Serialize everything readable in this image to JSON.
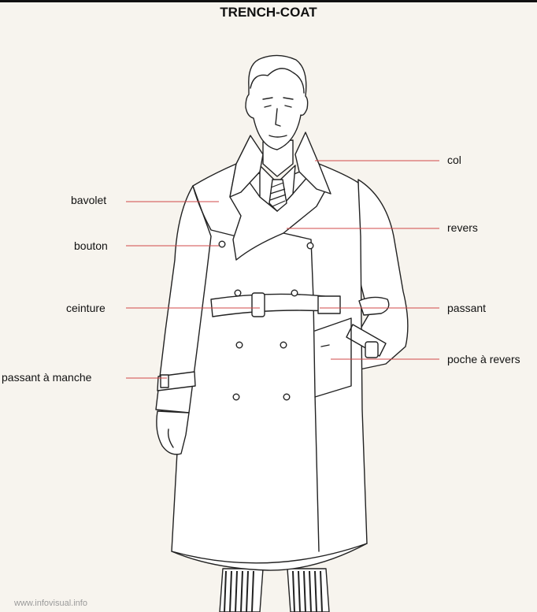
{
  "title": "TRENCH-COAT",
  "labels": {
    "col": "col",
    "bavolet": "bavolet",
    "revers": "revers",
    "bouton": "bouton",
    "ceinture": "ceinture",
    "passant": "passant",
    "poche_a_revers": "poche à revers",
    "passant_a_manche": "passant à manche"
  },
  "credit": "www.infovisual.info",
  "colors": {
    "leader": "#d24848",
    "ink": "#222222",
    "paper": "#f7f4ee"
  }
}
